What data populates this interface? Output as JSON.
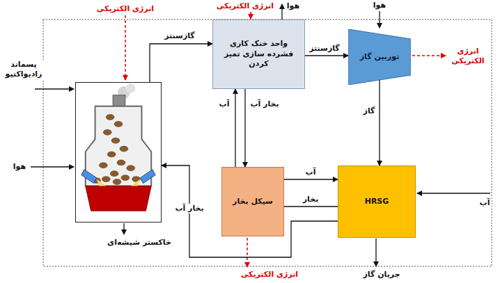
{
  "diagram": {
    "nodes": [
      {
        "text": []
      },
      {
        "text": [
          "واحد خنک کاری فشرده سازی تمیز کردن"
        ]
      },
      {
        "text": [
          "توربین گاز"
        ]
      },
      {
        "text": [
          "HRSG"
        ]
      },
      {
        "text": [
          "سیکل بخار"
        ]
      }
    ],
    "edges": [
      {
        "from": 0,
        "to": 1,
        "arrow": "to",
        "label": "گازسنتز"
      },
      {
        "from": 1,
        "to": 2,
        "arrow": "to",
        "label": "گازسنتز"
      },
      {
        "from": 2,
        "to": 3,
        "arrow": "to",
        "label": "گاز"
      },
      {
        "from": 1,
        "to": 4,
        "arrow": "to",
        "label": "بخار آب"
      },
      {
        "from": 4,
        "to": 3,
        "arrow": "to",
        "label": "آب"
      },
      {
        "from": 3,
        "to": 1,
        "arrow": "to",
        "label": "بخار"
      },
      {
        "from": 3,
        "to": 0,
        "arrow": "to",
        "label": "بخار آب"
      }
    ],
    "labels": [
      "انرژی الکتریکی",
      "انرژی الکتریکی",
      "انرژی الکتریکی",
      "انرژی الکتریکی",
      "هوا",
      "هوا",
      "هوا",
      "پسماند رادیواکتیو",
      "خاکستر شیشه‌ای",
      "جریان گاز",
      "آب",
      "آب"
    ]
  }
}
